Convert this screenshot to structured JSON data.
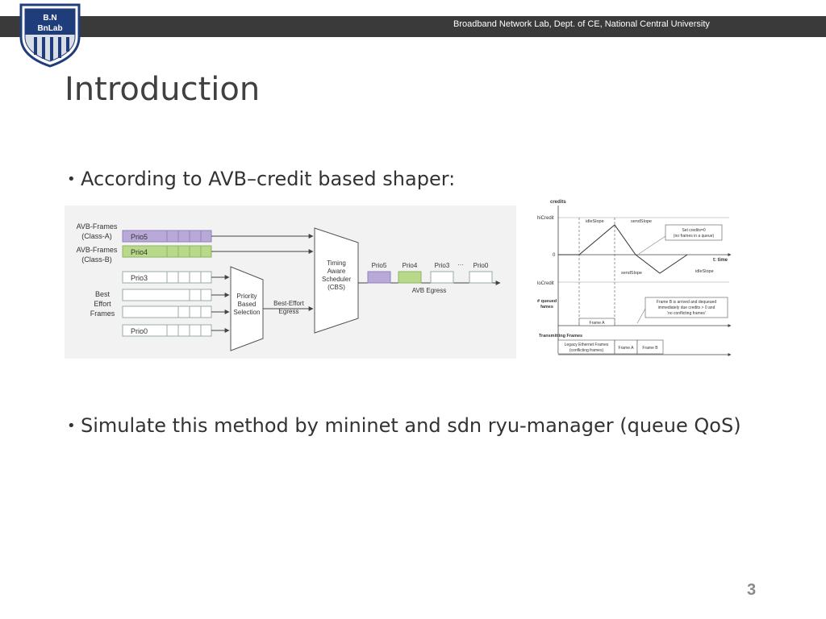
{
  "header": {
    "lab": "Broadband Network Lab, Dept. of CE, National Central University",
    "logo_text_top": "B.N",
    "logo_text_bottom": "BnLab"
  },
  "slide": {
    "title": "Introduction",
    "bullets": [
      "According to AVB–credit based shaper:",
      "Simulate this method by mininet and sdn ryu-manager (queue QoS)"
    ],
    "page_number": "3"
  },
  "figure_left": {
    "avb_frames_a": [
      "AVB-Frames",
      "(Class-A)"
    ],
    "avb_frames_b": [
      "AVB-Frames",
      "(Class-B)"
    ],
    "best_effort": [
      "Best",
      "Effort",
      "Frames"
    ],
    "prio5": "Prio5",
    "prio4": "Prio4",
    "prio3": "Prio3",
    "prio0": "Prio0",
    "priority_selection": [
      "Priority",
      "Based",
      "Selection"
    ],
    "best_effort_egress": [
      "Best-Effort",
      "Egress"
    ],
    "scheduler": [
      "Timing",
      "Aware",
      "Scheduler",
      "(CBS)"
    ],
    "out_labels": [
      "Prio5",
      "Prio4",
      "Prio3",
      "···",
      "Prio0"
    ],
    "avb_egress": "AVB Egress",
    "colors": {
      "prio5": "#b8a9d9",
      "prio4": "#b9d98a"
    }
  },
  "figure_right": {
    "credits": "credits",
    "hicredit": "hiCredit",
    "locredit": "loCredit",
    "zero": "0",
    "time": "t: time",
    "idle_slope_top": "idleSlope",
    "send_slope_top": "sendSlope",
    "send_slope_bottom": "sendSlope",
    "idle_slope_bottom": "idleSlope",
    "set_credits": [
      "Set credits=0",
      "(no frames in a queue)"
    ],
    "queued": [
      "# queued",
      "fames"
    ],
    "frame_b_note": [
      "Frame B is arrived and dequeued",
      "immediately due credits > 0 and",
      "'no conflicting frames'"
    ],
    "frame_a": "Frame A",
    "transmitting": "Transmitting Frames",
    "legacy": [
      "Legacy Ethernet Frames",
      "(conflicting frames)"
    ],
    "tx_frame_a": "Frame A",
    "tx_frame_b": "Frame B"
  }
}
